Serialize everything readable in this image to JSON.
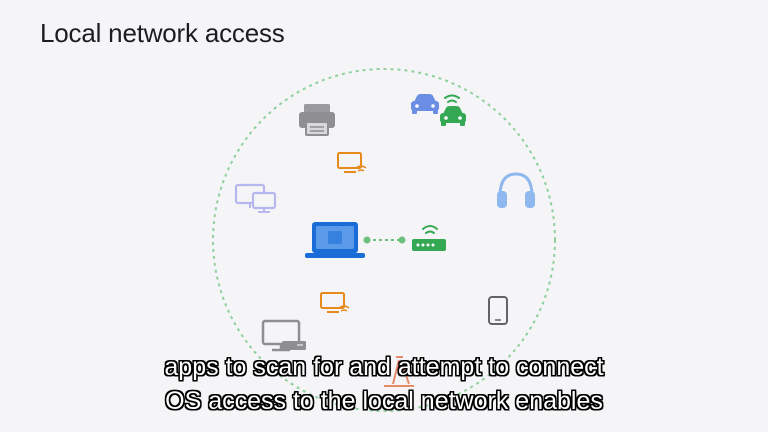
{
  "slide": {
    "title": "Local network access"
  },
  "diagram": {
    "center_device": "laptop-icon",
    "connection": "router-icon",
    "devices": [
      "printer-icon",
      "car-icon",
      "connected-car-icon",
      "smart-tv-icon",
      "desktop-monitors-icon",
      "headphones-icon",
      "smart-display-icon",
      "tablet-icon",
      "desktop-computer-icon",
      "smart-device-icon"
    ],
    "colors": {
      "laptop": "#1a6cd6",
      "router": "#34a853",
      "tv": "#e8891c",
      "printer": "#8e8e93",
      "car_blue": "#6b8de3",
      "desktop_lavender": "#b7b7ef",
      "headphones": "#8fb8ef",
      "ring": "#8fd19e"
    }
  },
  "captions": {
    "line1": "apps to scan for and attempt to connect",
    "line2": "OS access to the local network enables"
  }
}
